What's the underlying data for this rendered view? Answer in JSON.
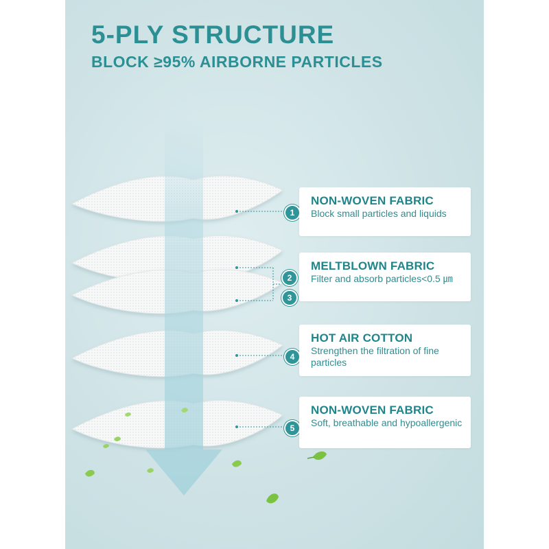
{
  "header": {
    "title": "5-PLY STRUCTURE",
    "subtitle": "BLOCK ≥95% AIRBORNE PARTICLES"
  },
  "layers": [
    {
      "number": "1",
      "heading": "NON-WOVEN FABRIC",
      "desc": "Block small particles and liquids"
    },
    {
      "number": "2",
      "heading": "MELTBLOWN FABRIC",
      "desc": "Filter and absorb particles<0.5 ㎛"
    },
    {
      "number": "3"
    },
    {
      "number": "4",
      "heading": "HOT AIR COTTON",
      "desc": "Strengthen the filtration of fine particles"
    },
    {
      "number": "5",
      "heading": "NON-WOVEN FABRIC",
      "desc": "Soft, breathable and hypoallergenic"
    }
  ],
  "colors": {
    "accent": "#2c8f93",
    "panel_bg": "#cfe3e6",
    "card_bg": "#ffffff",
    "leaf": "#7cc242"
  },
  "icons": [
    "airflow-arrow-icon",
    "leaf-icon"
  ]
}
